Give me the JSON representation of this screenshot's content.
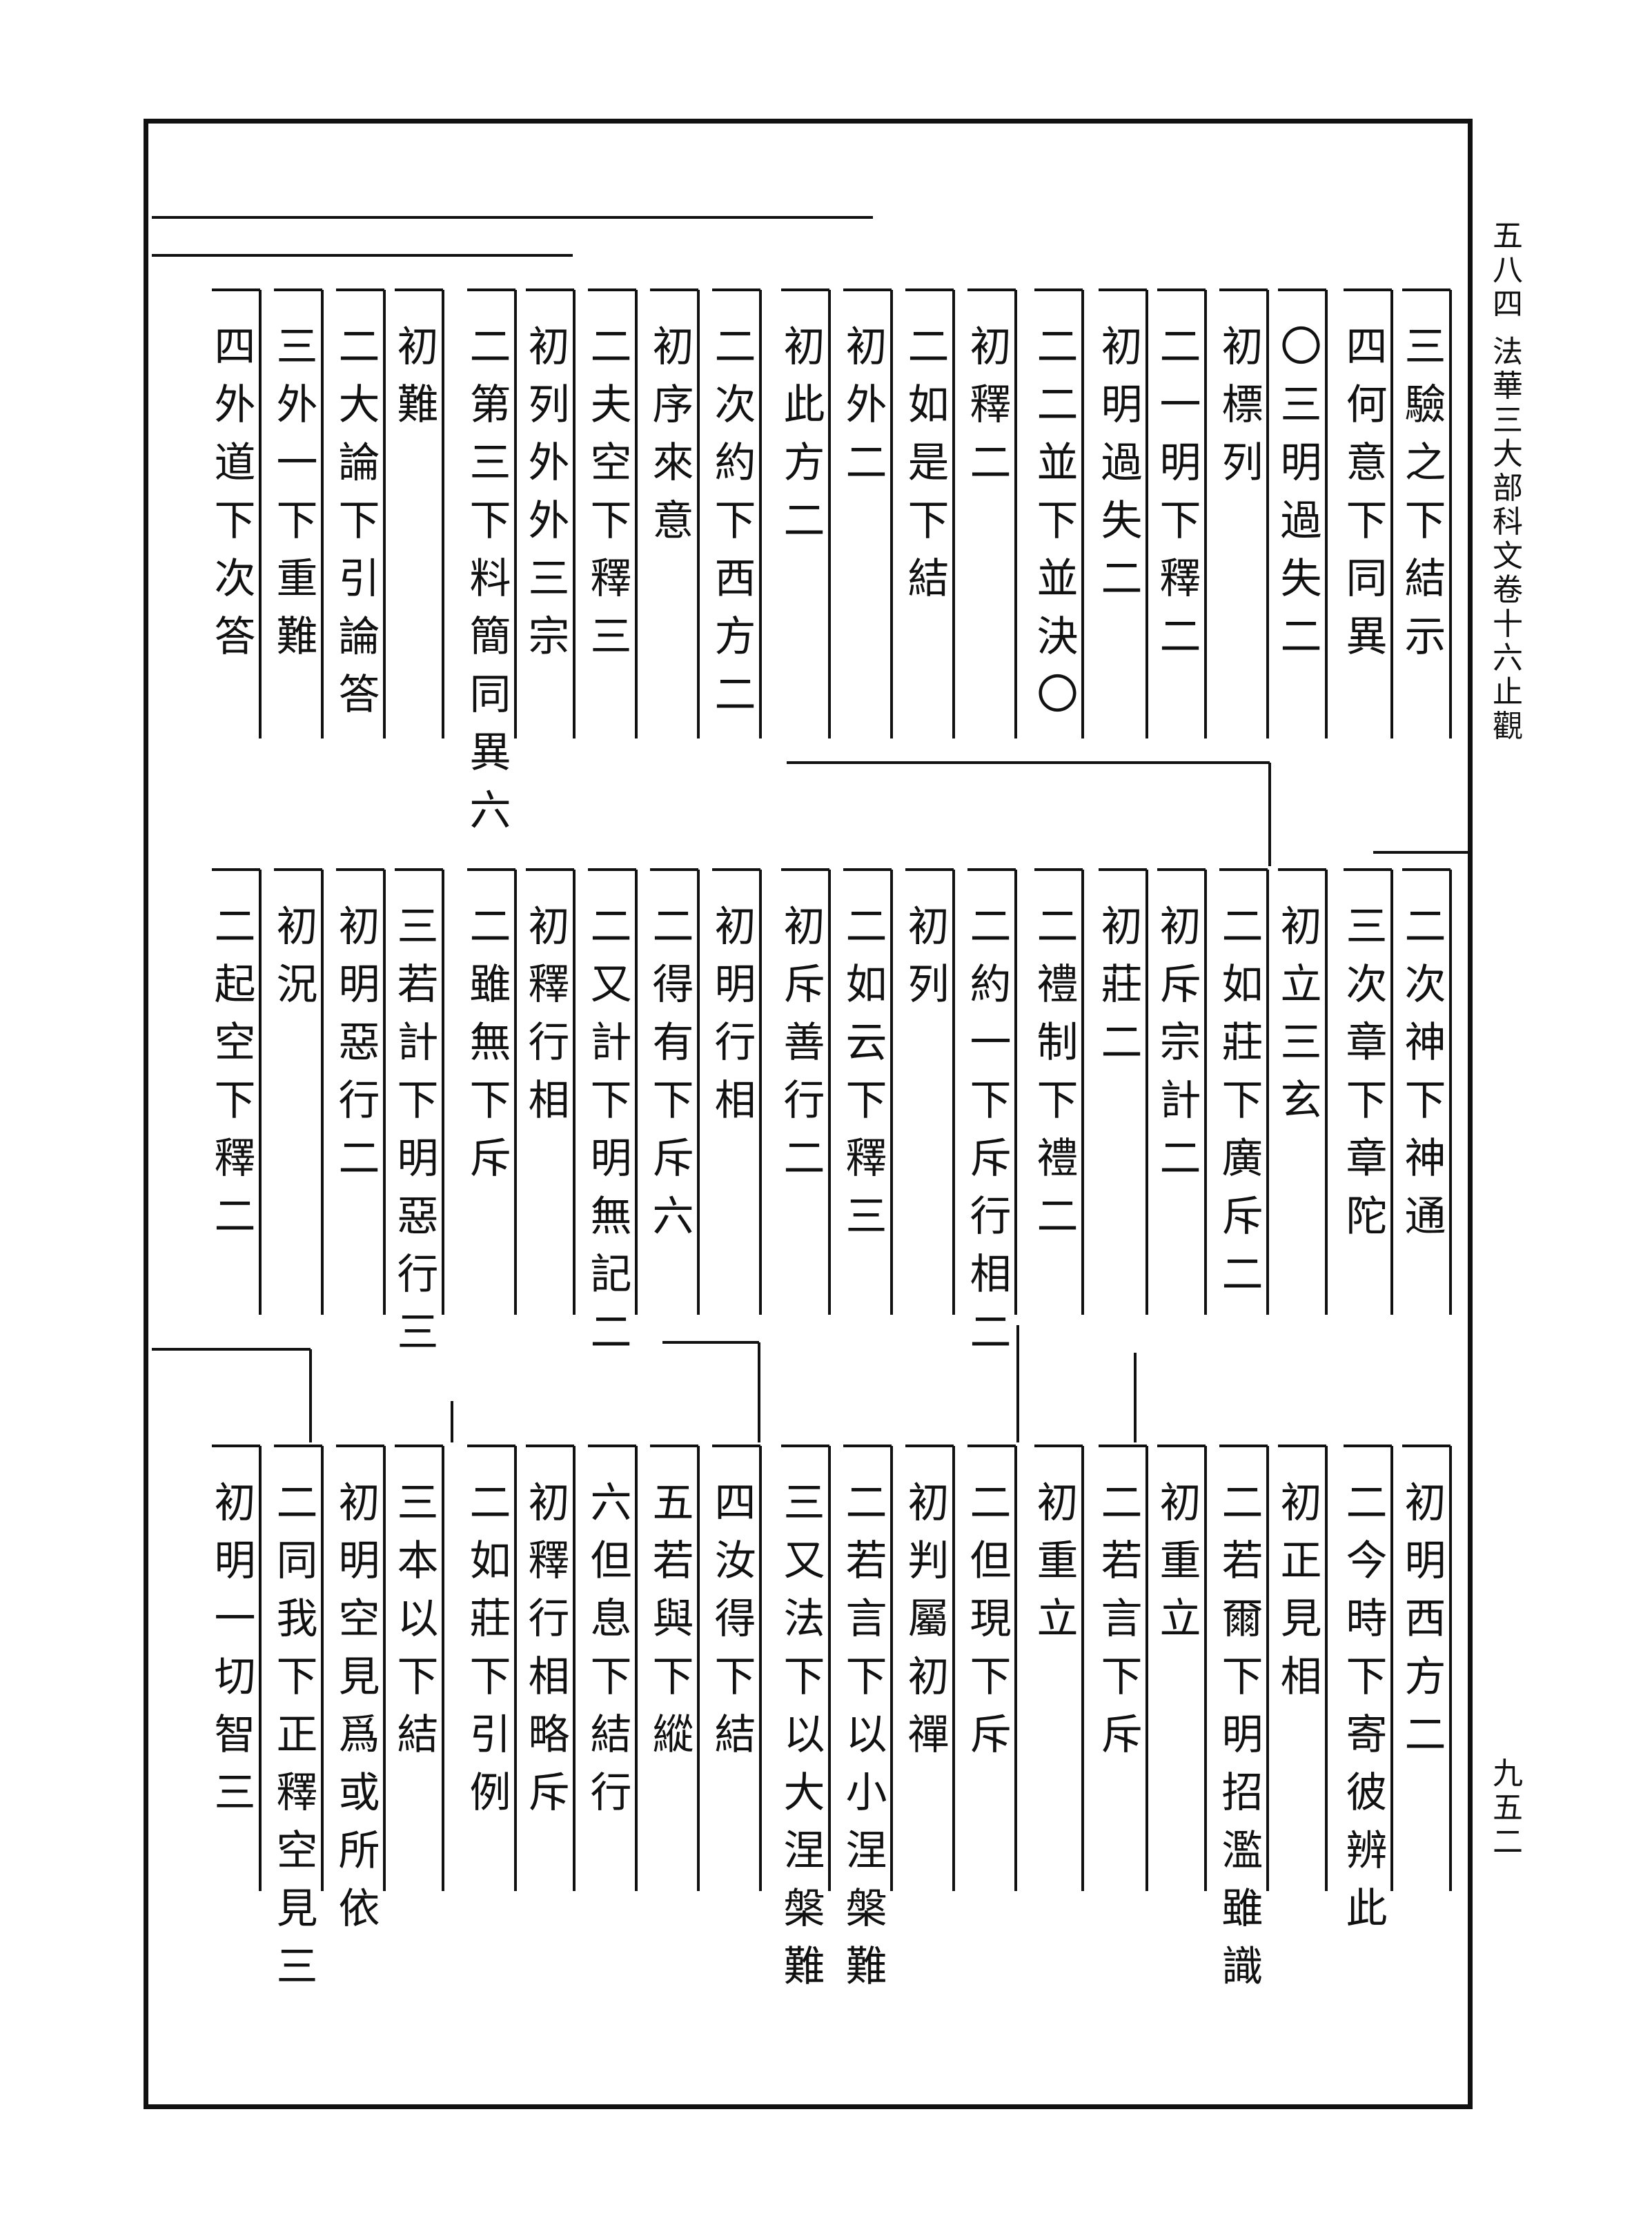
{
  "header": {
    "vol_page": "五八四",
    "book_title": "法華三大部科文卷十六止觀",
    "page_number": "九五二"
  },
  "tiers": [
    {
      "name": "tier-1",
      "entries": [
        "三驗之下結示",
        "四何意下同異",
        "〇三明過失二",
        "初標列",
        "二一明下釋二",
        "初明過失二",
        "二二並下並決〇",
        "初釋二",
        "二如是下結",
        "初外二",
        "初此方二",
        "二次約下西方二",
        "初序來意",
        "二夫空下釋三",
        "初列外外三宗",
        "二第三下料簡同異六",
        "初難",
        "二大論下引論答",
        "三外一下重難",
        "四外道下次答"
      ]
    },
    {
      "name": "tier-2",
      "entries": [
        "二次神下神通",
        "三次章下章陀",
        "初立三玄",
        "二如莊下廣斥二",
        "初斥宗計二",
        "初莊二",
        "二禮制下禮二",
        "二約一下斥行相二",
        "初列",
        "二如云下釋三",
        "初斥善行二",
        "初明行相",
        "二得有下斥六",
        "二又計下明無記二",
        "初釋行相",
        "二雖無下斥",
        "三若計下明惡行三",
        "初明惡行二",
        "初況",
        "二起空下釋二"
      ]
    },
    {
      "name": "tier-3",
      "entries": [
        "初明西方二",
        "二今時下寄彼辨此",
        "初正見相",
        "二若爾下明招濫雖識",
        "初重立",
        "二若言下斥",
        "初重立",
        "二但現下斥",
        "初判屬初禪",
        "二若言下以小涅槃難",
        "三又法下以大涅槃難",
        "四汝得下結",
        "五若與下縱",
        "六但息下結行",
        "初釋行相略斥",
        "二如莊下引例",
        "三本以下結",
        "初明空見爲或所依",
        "二同我下正釋空見三",
        "初明一切智三"
      ]
    }
  ]
}
